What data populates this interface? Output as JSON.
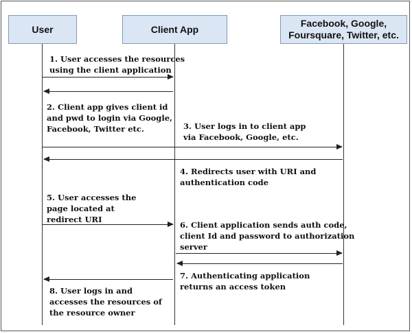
{
  "actors": {
    "user": "User",
    "client_app": "Client App",
    "providers": "Facebook, Google,\nFoursquare, Twitter, etc."
  },
  "steps": {
    "s1": "1. User accesses the resources\nusing the client application",
    "s2": "2. Client app gives client id\nand pwd to login via Google,\nFacebook, Twitter etc.",
    "s3": "3. User logs in to client app\n via Facebook, Google, etc.",
    "s4": "4. Redirects user with URI and\nauthentication code",
    "s5": "5. User accesses the\npage located at\nredirect URI",
    "s6": "6. Client application sends auth  code,\nclient Id and password to authorization\nserver",
    "s7": "7. Authenticating application\nreturns an access token",
    "s8": "8. User  logs in and\naccesses the resources of\nthe resource owner"
  }
}
